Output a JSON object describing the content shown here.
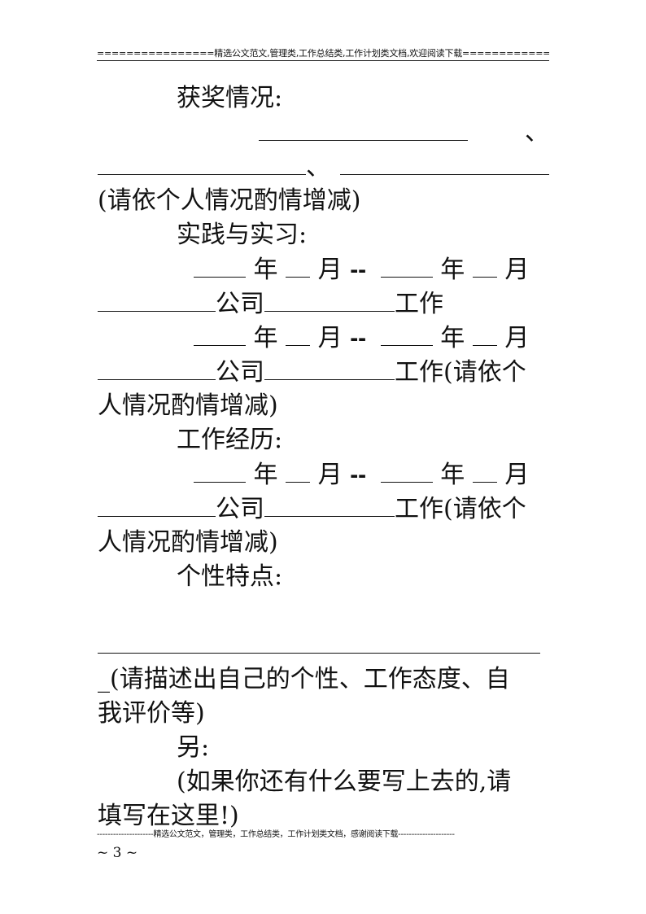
{
  "header": {
    "text": "================精选公文范文,管理类,工作总结类,工作计划类文档,欢迎阅读下载=============="
  },
  "awards": {
    "label": "获奖情况:",
    "sep1": "、",
    "sep2": "、",
    "note": "(请依个人情况酌情增减)"
  },
  "practice": {
    "label": "实践与实习:",
    "entry1": {
      "year1": "年",
      "month1": "月",
      "dash": "--",
      "year2": "年",
      "month2": "月",
      "company": "公司",
      "work": "工作"
    },
    "entry2": {
      "year1": "年",
      "month1": "月",
      "dash": "--",
      "year2": "年",
      "month2": "月",
      "company": "公司",
      "work": "工作(请依个",
      "note_cont": "人情况酌情增减)"
    }
  },
  "work_history": {
    "label": "工作经历:",
    "entry1": {
      "year1": "年",
      "month1": "月",
      "dash": "--",
      "year2": "年",
      "month2": "月",
      "company": "公司",
      "work": "工作(请依个",
      "note_cont": "人情况酌情增减)"
    }
  },
  "personality": {
    "label": "个性特点:",
    "note_line1": "_(请描述出自己的个性、工作态度、自",
    "note_line2": "我评价等)"
  },
  "other": {
    "label": "另:",
    "note_line1": "(如果你还有什么要写上去的,请",
    "note_line2": "填写在这里!)"
  },
  "footer": {
    "text": "---------------------精选公文范文，管理类，工作总结类，工作计划类文档，感谢阅读下载---------------------",
    "page": "~ 3 ~"
  }
}
